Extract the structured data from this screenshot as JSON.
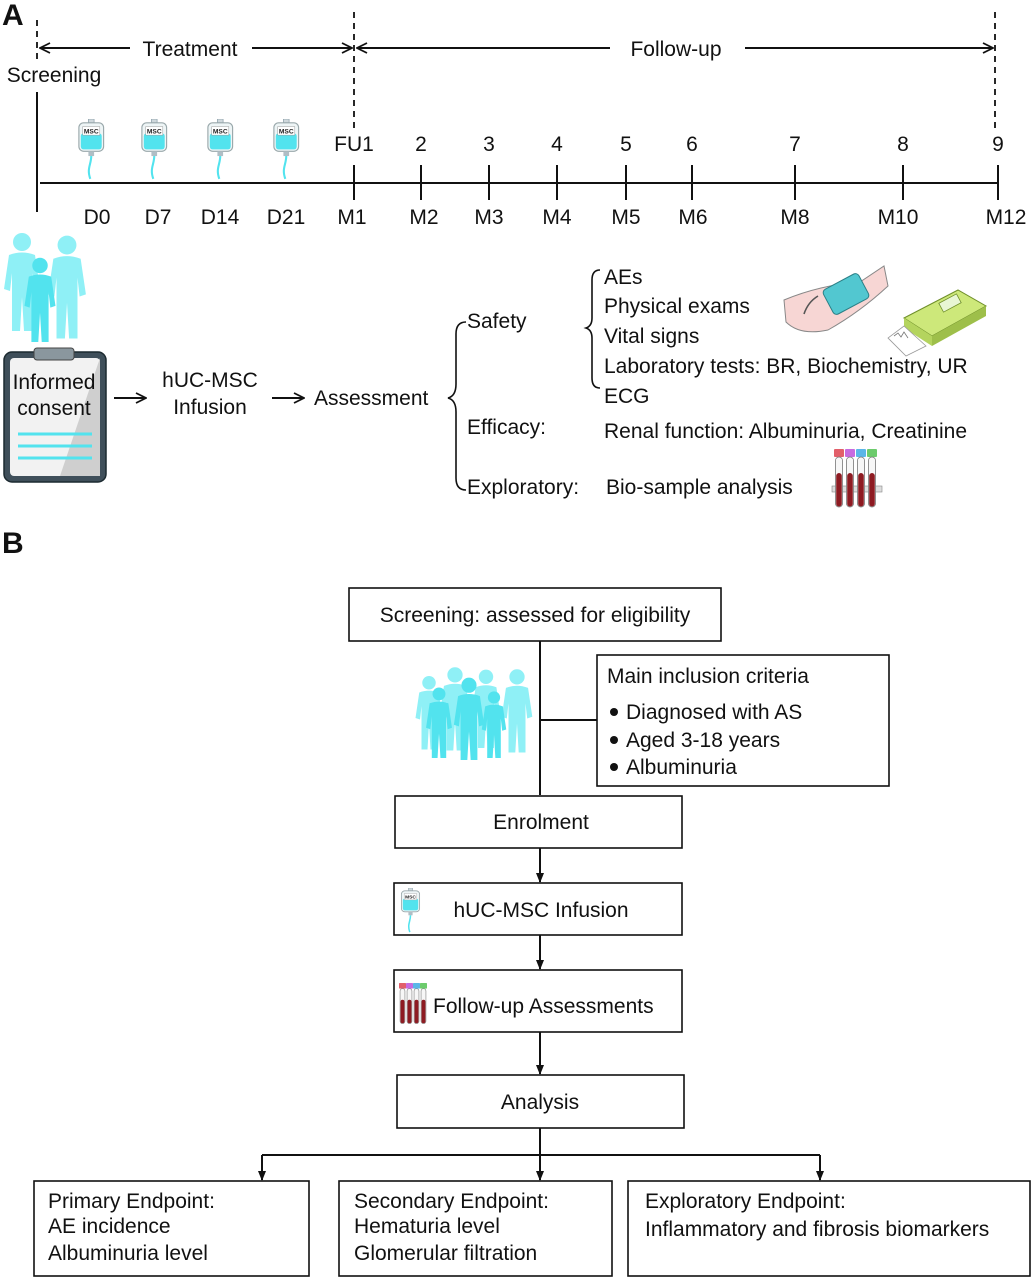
{
  "panel_a": {
    "letter": "A",
    "treatment": "Treatment",
    "followup": "Follow-up",
    "screening": "Screening",
    "timeline_top": [
      {
        "label": "FU1"
      },
      {
        "label": "2"
      },
      {
        "label": "3"
      },
      {
        "label": "4"
      },
      {
        "label": "5"
      },
      {
        "label": "6"
      },
      {
        "label": "7"
      },
      {
        "label": "8"
      },
      {
        "label": "9"
      }
    ],
    "timeline_bottom": [
      {
        "label": "D0"
      },
      {
        "label": "D7"
      },
      {
        "label": "D14"
      },
      {
        "label": "D21"
      },
      {
        "label": "M1"
      },
      {
        "label": "M2"
      },
      {
        "label": "M3"
      },
      {
        "label": "M4"
      },
      {
        "label": "M5"
      },
      {
        "label": "M6"
      },
      {
        "label": "M8"
      },
      {
        "label": "M10"
      },
      {
        "label": "M12"
      }
    ],
    "bag_label": "MSC",
    "informed_line1": "Informed",
    "informed_line2": "consent",
    "infusion_line1": "hUC-MSC",
    "infusion_line2": "Infusion",
    "assessment": "Assessment",
    "safety": "Safety",
    "safety_items": [
      "AEs",
      "Physical exams",
      "Vital signs",
      "Laboratory tests: BR, Biochemistry, UR",
      "ECG"
    ],
    "efficacy": "Efficacy:",
    "efficacy_item": "Renal function: Albuminuria, Creatinine",
    "exploratory": "Exploratory:",
    "exploratory_item": "Bio-sample analysis"
  },
  "panel_b": {
    "letter": "B",
    "screening_box": "Screening: assessed for eligibility",
    "criteria_title": "Main inclusion criteria",
    "criteria": [
      "Diagnosed with AS",
      "Aged 3-18 years",
      "Albuminuria"
    ],
    "enrolment": "Enrolment",
    "infusion": "hUC-MSC Infusion",
    "followup": "Follow-up Assessments",
    "analysis": "Analysis",
    "primary_title": "Primary Endpoint:",
    "primary_items": [
      "AE incidence",
      "Albuminuria level"
    ],
    "secondary_title": "Secondary Endpoint:",
    "secondary_items": [
      "Hematuria level",
      "Glomerular filtration"
    ],
    "exploratory_title": "Exploratory Endpoint:",
    "exploratory_items": [
      "Inflammatory and fibrosis biomarkers"
    ]
  },
  "colors": {
    "cyan": "#52E3EE",
    "cyan_dark": "#1FB5C6",
    "blood": "#8E1B22"
  }
}
